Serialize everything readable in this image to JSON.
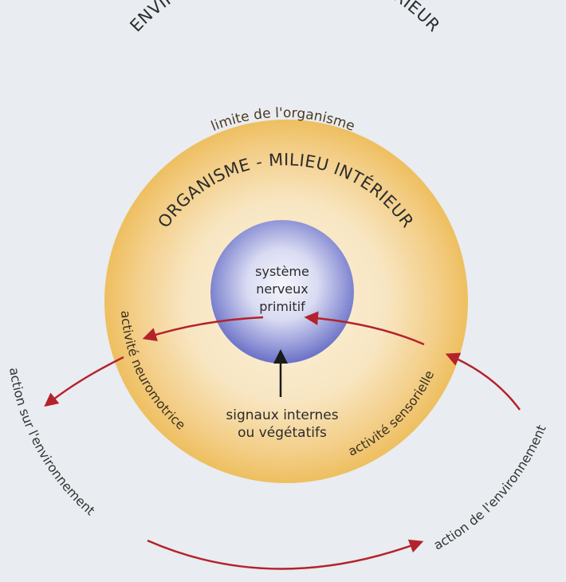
{
  "labels": {
    "environment": "ENVIRONNEMENT - MILIEU EXTÉRIEUR",
    "organism_limit": "limite de l'organisme",
    "organism": "ORGANISME - MILIEU INTÉRIEUR",
    "nervous_line1": "système",
    "nervous_line2": "nerveux",
    "nervous_line3": "primitif",
    "neuromotor": "activité neuromotrice",
    "sensory": "activité sensorielle",
    "internal_line1": "signaux internes",
    "internal_line2": "ou végétatifs",
    "action_on_env": "action sur l'environnement",
    "action_of_env": "action de l'environnement"
  },
  "colors": {
    "background": "#e9ecf0",
    "organism_outer": "#f0c46c",
    "organism_inner": "#f8e8c8",
    "nervous_inner": "#f4f4fb",
    "nervous_outer": "#6c72c8",
    "arrow_red": "#b4222c",
    "arrow_black": "#1a1a1a"
  }
}
